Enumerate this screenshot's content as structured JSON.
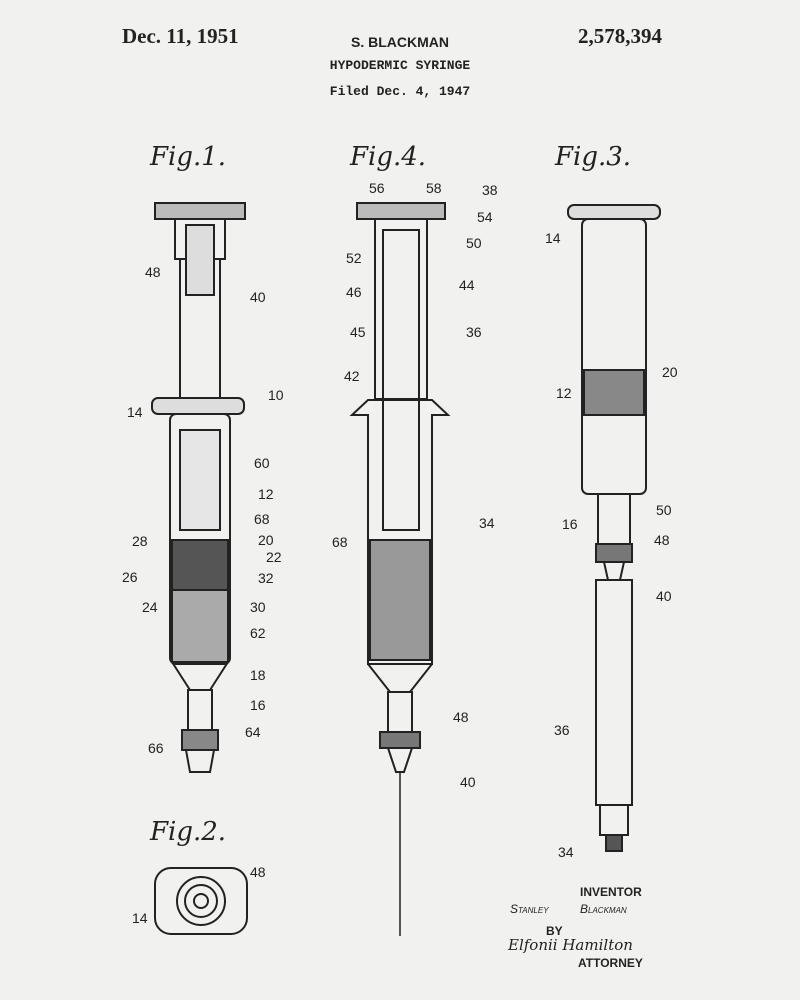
{
  "header": {
    "date": "Dec. 11, 1951",
    "inventor_name": "S. BLACKMAN",
    "patent_number": "2,578,394",
    "title": "HYPODERMIC SYRINGE",
    "filed": "Filed Dec. 4, 1947"
  },
  "figures": {
    "fig1": {
      "title": "Fig.1.",
      "labels": [
        "48",
        "40",
        "10",
        "14",
        "60",
        "12",
        "68",
        "28",
        "20",
        "22",
        "26",
        "32",
        "24",
        "30",
        "62",
        "18",
        "16",
        "64",
        "66"
      ]
    },
    "fig4": {
      "title": "Fig.4.",
      "labels": [
        "56",
        "58",
        "38",
        "54",
        "52",
        "50",
        "46",
        "44",
        "45",
        "36",
        "42",
        "68",
        "34",
        "48",
        "40"
      ]
    },
    "fig3": {
      "title": "Fig.3.",
      "labels": [
        "14",
        "20",
        "12",
        "16",
        "50",
        "48",
        "40",
        "36",
        "34"
      ]
    },
    "fig2": {
      "title": "Fig.2.",
      "labels": [
        "48",
        "14"
      ]
    }
  },
  "signature": {
    "inventor_label": "INVENTOR",
    "inventor_first": "Stanley",
    "inventor_last": "Blackman",
    "by": "BY",
    "attorney_signature": "Elfonii Hamilton",
    "attorney_label": "ATTORNEY"
  }
}
